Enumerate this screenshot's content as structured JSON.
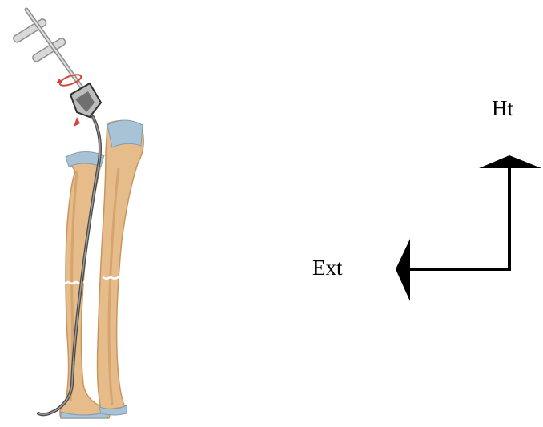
{
  "labels": {
    "up": "Ht",
    "left": "Ext"
  },
  "colors": {
    "bone": "#e6bc8a",
    "bone_shade": "#c9955e",
    "cartilage": "#a9c3d6",
    "wire": "#4a4a4a",
    "instrument": "#8e8e8e",
    "rotation_arrow": "#d2453c",
    "arrow": "#000000"
  },
  "icons": {
    "illustration": "forearm-bones-with-intramedullary-wire",
    "direction": "right-angle-direction-arrow"
  }
}
